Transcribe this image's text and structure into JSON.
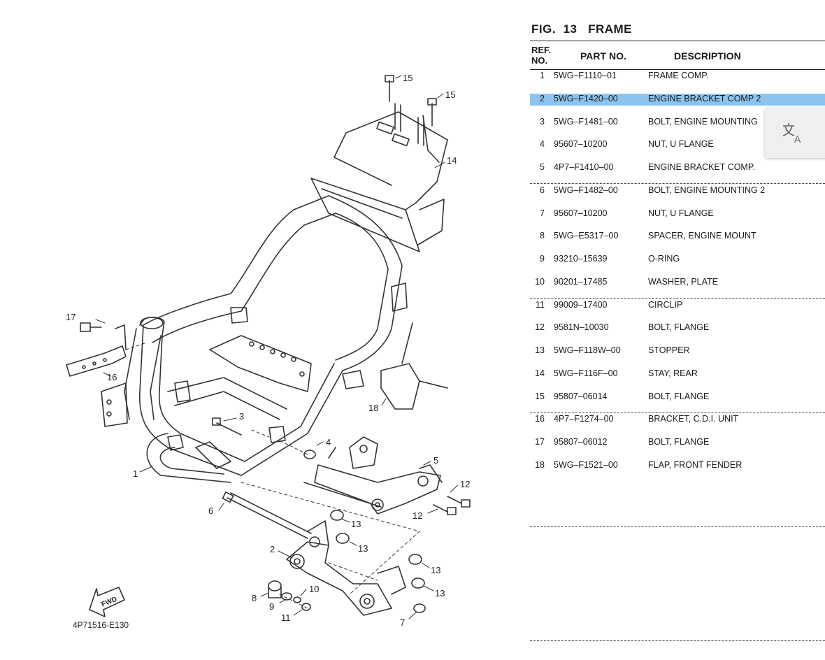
{
  "figure": {
    "number_label": "FIG.  13   FRAME",
    "diagram_code": "4P71516-E130",
    "fwd_label": "FWD"
  },
  "table": {
    "headers": {
      "ref": "REF. NO.",
      "part": "PART NO.",
      "desc": "DESCRIPTION"
    },
    "selected_index": 1,
    "rows": [
      {
        "ref": "1",
        "part": "5WG–F1110–01",
        "desc": "FRAME COMP."
      },
      {
        "ref": "2",
        "part": "5WG–F1420–00",
        "desc": "ENGINE BRACKET COMP 2"
      },
      {
        "ref": "3",
        "part": "5WG–F1481–00",
        "desc": "BOLT, ENGINE MOUNTING"
      },
      {
        "ref": "4",
        "part": "95607–10200",
        "desc": "NUT, U FLANGE"
      },
      {
        "ref": "5",
        "part": "4P7–F1410–00",
        "desc": "ENGINE BRACKET COMP."
      },
      {
        "ref": "6",
        "part": "5WG–F1482–00",
        "desc": "BOLT, ENGINE MOUNTING 2"
      },
      {
        "ref": "7",
        "part": "95607–10200",
        "desc": "NUT, U FLANGE"
      },
      {
        "ref": "8",
        "part": "5WG–E5317–00",
        "desc": "SPACER, ENGINE MOUNT"
      },
      {
        "ref": "9",
        "part": "93210–15639",
        "desc": "O-RING"
      },
      {
        "ref": "10",
        "part": "90201–17485",
        "desc": "WASHER, PLATE"
      },
      {
        "ref": "11",
        "part": "99009–17400",
        "desc": "CIRCLIP"
      },
      {
        "ref": "12",
        "part": "9581N–10030",
        "desc": "BOLT, FLANGE"
      },
      {
        "ref": "13",
        "part": "5WG–F118W–00",
        "desc": "STOPPER"
      },
      {
        "ref": "14",
        "part": "5WG–F116F–00",
        "desc": "STAY, REAR"
      },
      {
        "ref": "15",
        "part": "95807–06014",
        "desc": "BOLT, FLANGE"
      },
      {
        "ref": "16",
        "part": "4P7–F1274–00",
        "desc": "BRACKET, C.D.I. UNIT"
      },
      {
        "ref": "17",
        "part": "95807–06012",
        "desc": "BOLT, FLANGE"
      },
      {
        "ref": "18",
        "part": "5WG–F1521–00",
        "desc": "FLAP, FRONT FENDER"
      }
    ]
  },
  "callouts": [
    "1",
    "2",
    "3",
    "4",
    "5",
    "6",
    "7",
    "8",
    "9",
    "10",
    "11",
    "12",
    "12",
    "13",
    "13",
    "13",
    "13",
    "14",
    "15",
    "15",
    "16",
    "17",
    "18"
  ],
  "overlay": {
    "translate_icon": "translate-icon"
  }
}
